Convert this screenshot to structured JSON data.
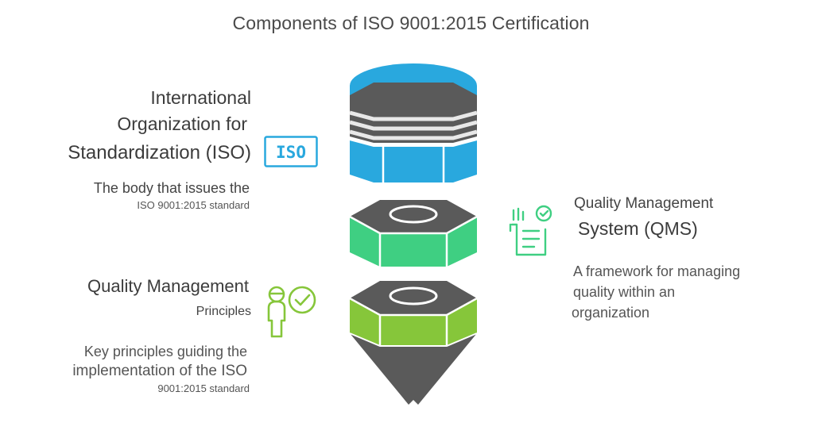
{
  "title": "Components of ISO 9001:2015 Certification",
  "iso": {
    "heading_lines": [
      "International",
      "Organization for",
      "Standardization (ISO)"
    ],
    "description_line1": "The body that issues the",
    "description_line2": "ISO 9001:2015 standard",
    "icon_label": "ISO",
    "icon": "iso-badge-icon",
    "color": "#29a8de"
  },
  "qms": {
    "heading_line1": "Quality Management",
    "heading_line2": "System (QMS)",
    "description_lines": [
      "A framework for managing",
      "quality within an",
      "organization"
    ],
    "icon": "checklist-icon",
    "color": "#3fcf82"
  },
  "qmp": {
    "heading_line1": "Quality Management",
    "heading_line2": "Principles",
    "description_line1": "Key principles guiding the",
    "description_line2": "implementation of the ISO",
    "description_line3": "9001:2015 standard",
    "icon": "person-check-icon",
    "color": "#86c63a"
  },
  "colors": {
    "dark_gray": "#5a5a5a",
    "stripe": "#e8e8e8"
  }
}
